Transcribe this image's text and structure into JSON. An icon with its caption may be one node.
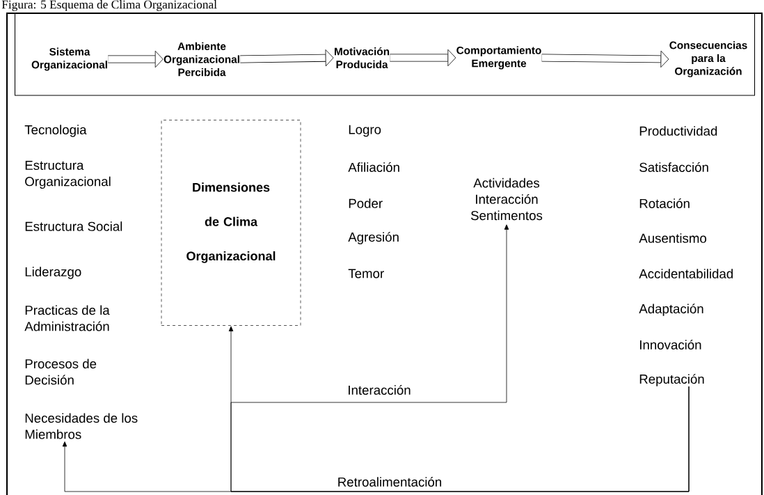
{
  "diagram": {
    "title": "Figura: 5 Esquema de Clima Organizacional",
    "nodes": [
      {
        "text": [],
        "shape": "box"
      },
      {
        "text": [
          "Sistema Organizacional"
        ],
        "in": 0
      },
      {
        "text": [
          "Ambiente Organizacional Percibida"
        ],
        "in": 0
      },
      {
        "text": [
          "Motivación Producida"
        ],
        "in": 0
      },
      {
        "text": [
          "Comportamiento Emergente"
        ],
        "in": 0
      },
      {
        "text": [
          "Consecuencias para la Organización"
        ],
        "in": 0
      },
      {
        "text": [
          "Dimensiones de Clima Organizacional"
        ]
      },
      {
        "text": [
          "Actividades Interacción Sentimentos"
        ]
      },
      {
        "text": [
          "Reputación"
        ]
      },
      {
        "text": [
          "Necesidades de los Miembros"
        ]
      }
    ],
    "edges": [
      {
        "from": 1,
        "to": 2,
        "arrow": "to"
      },
      {
        "from": 2,
        "to": 3,
        "arrow": "to"
      },
      {
        "from": 3,
        "to": 4,
        "arrow": "to"
      },
      {
        "from": 4,
        "to": 5,
        "arrow": "to"
      },
      {
        "from": 8,
        "to": 9,
        "arrow": "to"
      },
      {
        "from": 8,
        "to": 6,
        "arrow": "to",
        "label": "Retroalimentación"
      },
      {
        "from": 8,
        "to": 7,
        "arrow": "to",
        "label": "Interacción"
      }
    ],
    "labels": [
      "Tecnologia",
      "Estructura Organizacional",
      "Estructura Social",
      "Liderazgo",
      "Practicas de la Administración",
      "Procesos de Decisión",
      "Logro",
      "Afiliación",
      "Poder",
      "Agresión",
      "Temor",
      "Productividad",
      "Satisfacción",
      "Rotación",
      "Ausentismo",
      "Accidentabilidad",
      "Adaptación",
      "Innovación"
    ]
  }
}
